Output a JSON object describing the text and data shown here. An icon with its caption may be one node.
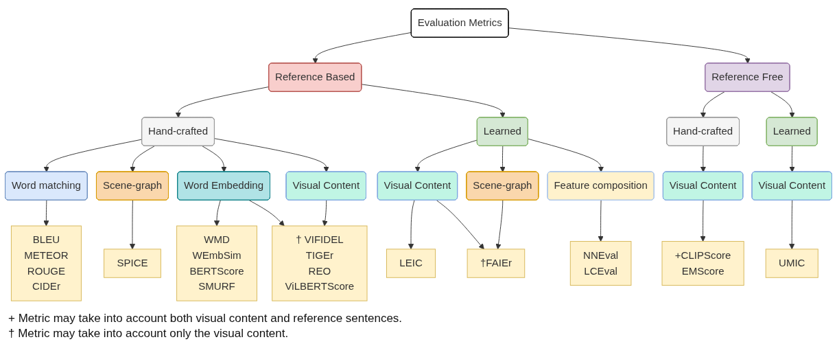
{
  "diagram": {
    "nodes": [
      {
        "text": [
          "Evaluation Metrics"
        ]
      },
      {
        "text": [
          "Reference Based"
        ]
      },
      {
        "text": [
          "Reference Free"
        ]
      },
      {
        "text": [
          "Hand-crafted"
        ]
      },
      {
        "text": [
          "Learned"
        ]
      },
      {
        "text": [
          "Hand-crafted"
        ]
      },
      {
        "text": [
          "Learned"
        ]
      },
      {
        "text": [
          "Word matching"
        ]
      },
      {
        "text": [
          "Scene-graph"
        ]
      },
      {
        "text": [
          "Word Embedding"
        ]
      },
      {
        "text": [
          "Visual Content"
        ]
      },
      {
        "text": [
          "Visual Content"
        ]
      },
      {
        "text": [
          "Scene-graph"
        ]
      },
      {
        "text": [
          "Feature composition"
        ]
      },
      {
        "text": [
          "Visual Content"
        ]
      },
      {
        "text": [
          "Visual Content"
        ]
      },
      {
        "text": [
          "BLEU",
          "METEOR",
          "ROUGE",
          "CIDEr"
        ]
      },
      {
        "text": [
          "SPICE"
        ]
      },
      {
        "text": [
          "WMD",
          "WEmbSim",
          "BERTScore",
          "SMURF"
        ]
      },
      {
        "text": [
          "† VIFIDEL",
          "TIGEr",
          "REO",
          "ViLBERTScore"
        ]
      },
      {
        "text": [
          "LEIC"
        ]
      },
      {
        "text": [
          "†FAIEr"
        ]
      },
      {
        "text": [
          "NNEval",
          "LCEval"
        ]
      },
      {
        "text": [
          "+CLIPScore",
          "EMScore"
        ]
      },
      {
        "text": [
          "UMIC"
        ]
      }
    ],
    "edges": [
      {
        "from": 0,
        "to": 1,
        "arrow": "to"
      },
      {
        "from": 0,
        "to": 2,
        "arrow": "to"
      },
      {
        "from": 1,
        "to": 3,
        "arrow": "to"
      },
      {
        "from": 1,
        "to": 4,
        "arrow": "to"
      },
      {
        "from": 2,
        "to": 5,
        "arrow": "to"
      },
      {
        "from": 2,
        "to": 6,
        "arrow": "to"
      },
      {
        "from": 3,
        "to": 7,
        "arrow": "to"
      },
      {
        "from": 3,
        "to": 8,
        "arrow": "to"
      },
      {
        "from": 3,
        "to": 9,
        "arrow": "to"
      },
      {
        "from": 3,
        "to": 10,
        "arrow": "to"
      },
      {
        "from": 4,
        "to": 11,
        "arrow": "to"
      },
      {
        "from": 4,
        "to": 12,
        "arrow": "to"
      },
      {
        "from": 4,
        "to": 13,
        "arrow": "to"
      },
      {
        "from": 5,
        "to": 14,
        "arrow": "to"
      },
      {
        "from": 6,
        "to": 15,
        "arrow": "to"
      },
      {
        "from": 7,
        "to": 16,
        "arrow": "to"
      },
      {
        "from": 8,
        "to": 17,
        "arrow": "to"
      },
      {
        "from": 9,
        "to": 18,
        "arrow": "to"
      },
      {
        "from": 9,
        "to": 19,
        "arrow": "to"
      },
      {
        "from": 10,
        "to": 19,
        "arrow": "to"
      },
      {
        "from": 11,
        "to": 20,
        "arrow": "to"
      },
      {
        "from": 11,
        "to": 21,
        "arrow": "to"
      },
      {
        "from": 12,
        "to": 21,
        "arrow": "to"
      },
      {
        "from": 13,
        "to": 22,
        "arrow": "to"
      },
      {
        "from": 14,
        "to": 23,
        "arrow": "to"
      },
      {
        "from": 15,
        "to": 24,
        "arrow": "to"
      }
    ],
    "labels": [
      "+ Metric may take into account both visual content and reference sentences.",
      "† Metric may take into account only the visual content."
    ]
  }
}
